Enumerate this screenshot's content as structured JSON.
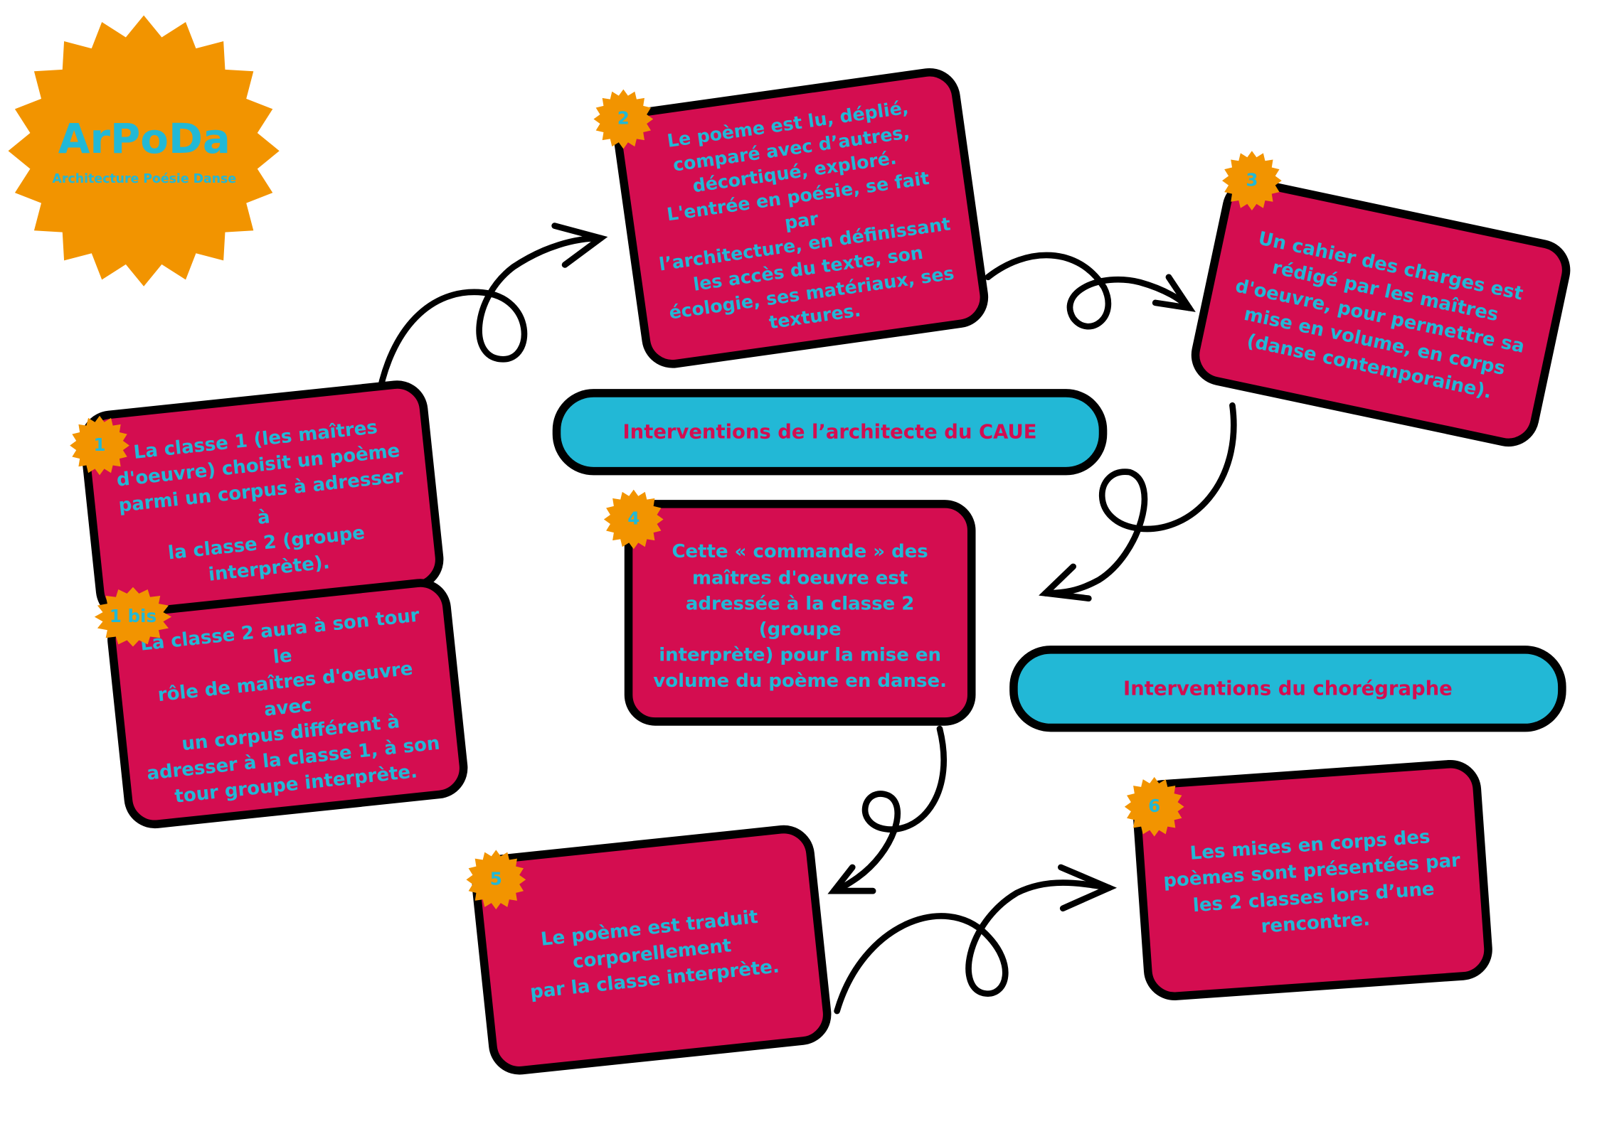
{
  "logo": {
    "title": "ArPoDa",
    "subtitle": "Architecture Poésie Danse"
  },
  "colors": {
    "card": "#d40d50",
    "text": "#22b8d6",
    "badge": "#f29400",
    "border": "#000000"
  },
  "steps": [
    {
      "badge": "1",
      "text": "La classe 1 (les maîtres\nd'oeuvre) choisit un poème\nparmi un corpus à adresser à\nla classe 2 (groupe\ninterprète)."
    },
    {
      "badge": "1 bis",
      "text": "La classe 2 aura à son tour le\nrôle de maîtres d'oeuvre avec\nun corpus différent  à\nadresser à la classe 1, à son\ntour groupe interprète."
    },
    {
      "badge": "2",
      "text": "Le poème est lu, déplié,\ncomparé avec d’autres,\ndécortiqué, exploré.\nL'entrée en poésie, se fait par\nl’architecture, en définissant\nles accès du texte, son\nécologie, ses matériaux, ses\ntextures."
    },
    {
      "badge": "3",
      "text": "Un cahier des charges est\nrédigé par les maîtres\nd'oeuvre, pour permettre sa\nmise en volume, en corps\n(danse contemporaine)."
    },
    {
      "badge": "4",
      "text": "Cette « commande » des\nmaîtres d'oeuvre est\nadressée à la classe 2 (groupe\ninterprète) pour la mise en\nvolume du poème en danse."
    },
    {
      "badge": "5",
      "text": "Le poème est traduit\ncorporellement\npar la classe interprète."
    },
    {
      "badge": "6",
      "text": "Les mises en corps des\npoèmes  sont présentées par\nles 2 classes lors d’une\nrencontre."
    }
  ],
  "labels": {
    "architect": "Interventions de l’architecte du CAUE",
    "choreographer": "Interventions du chorégraphe"
  }
}
